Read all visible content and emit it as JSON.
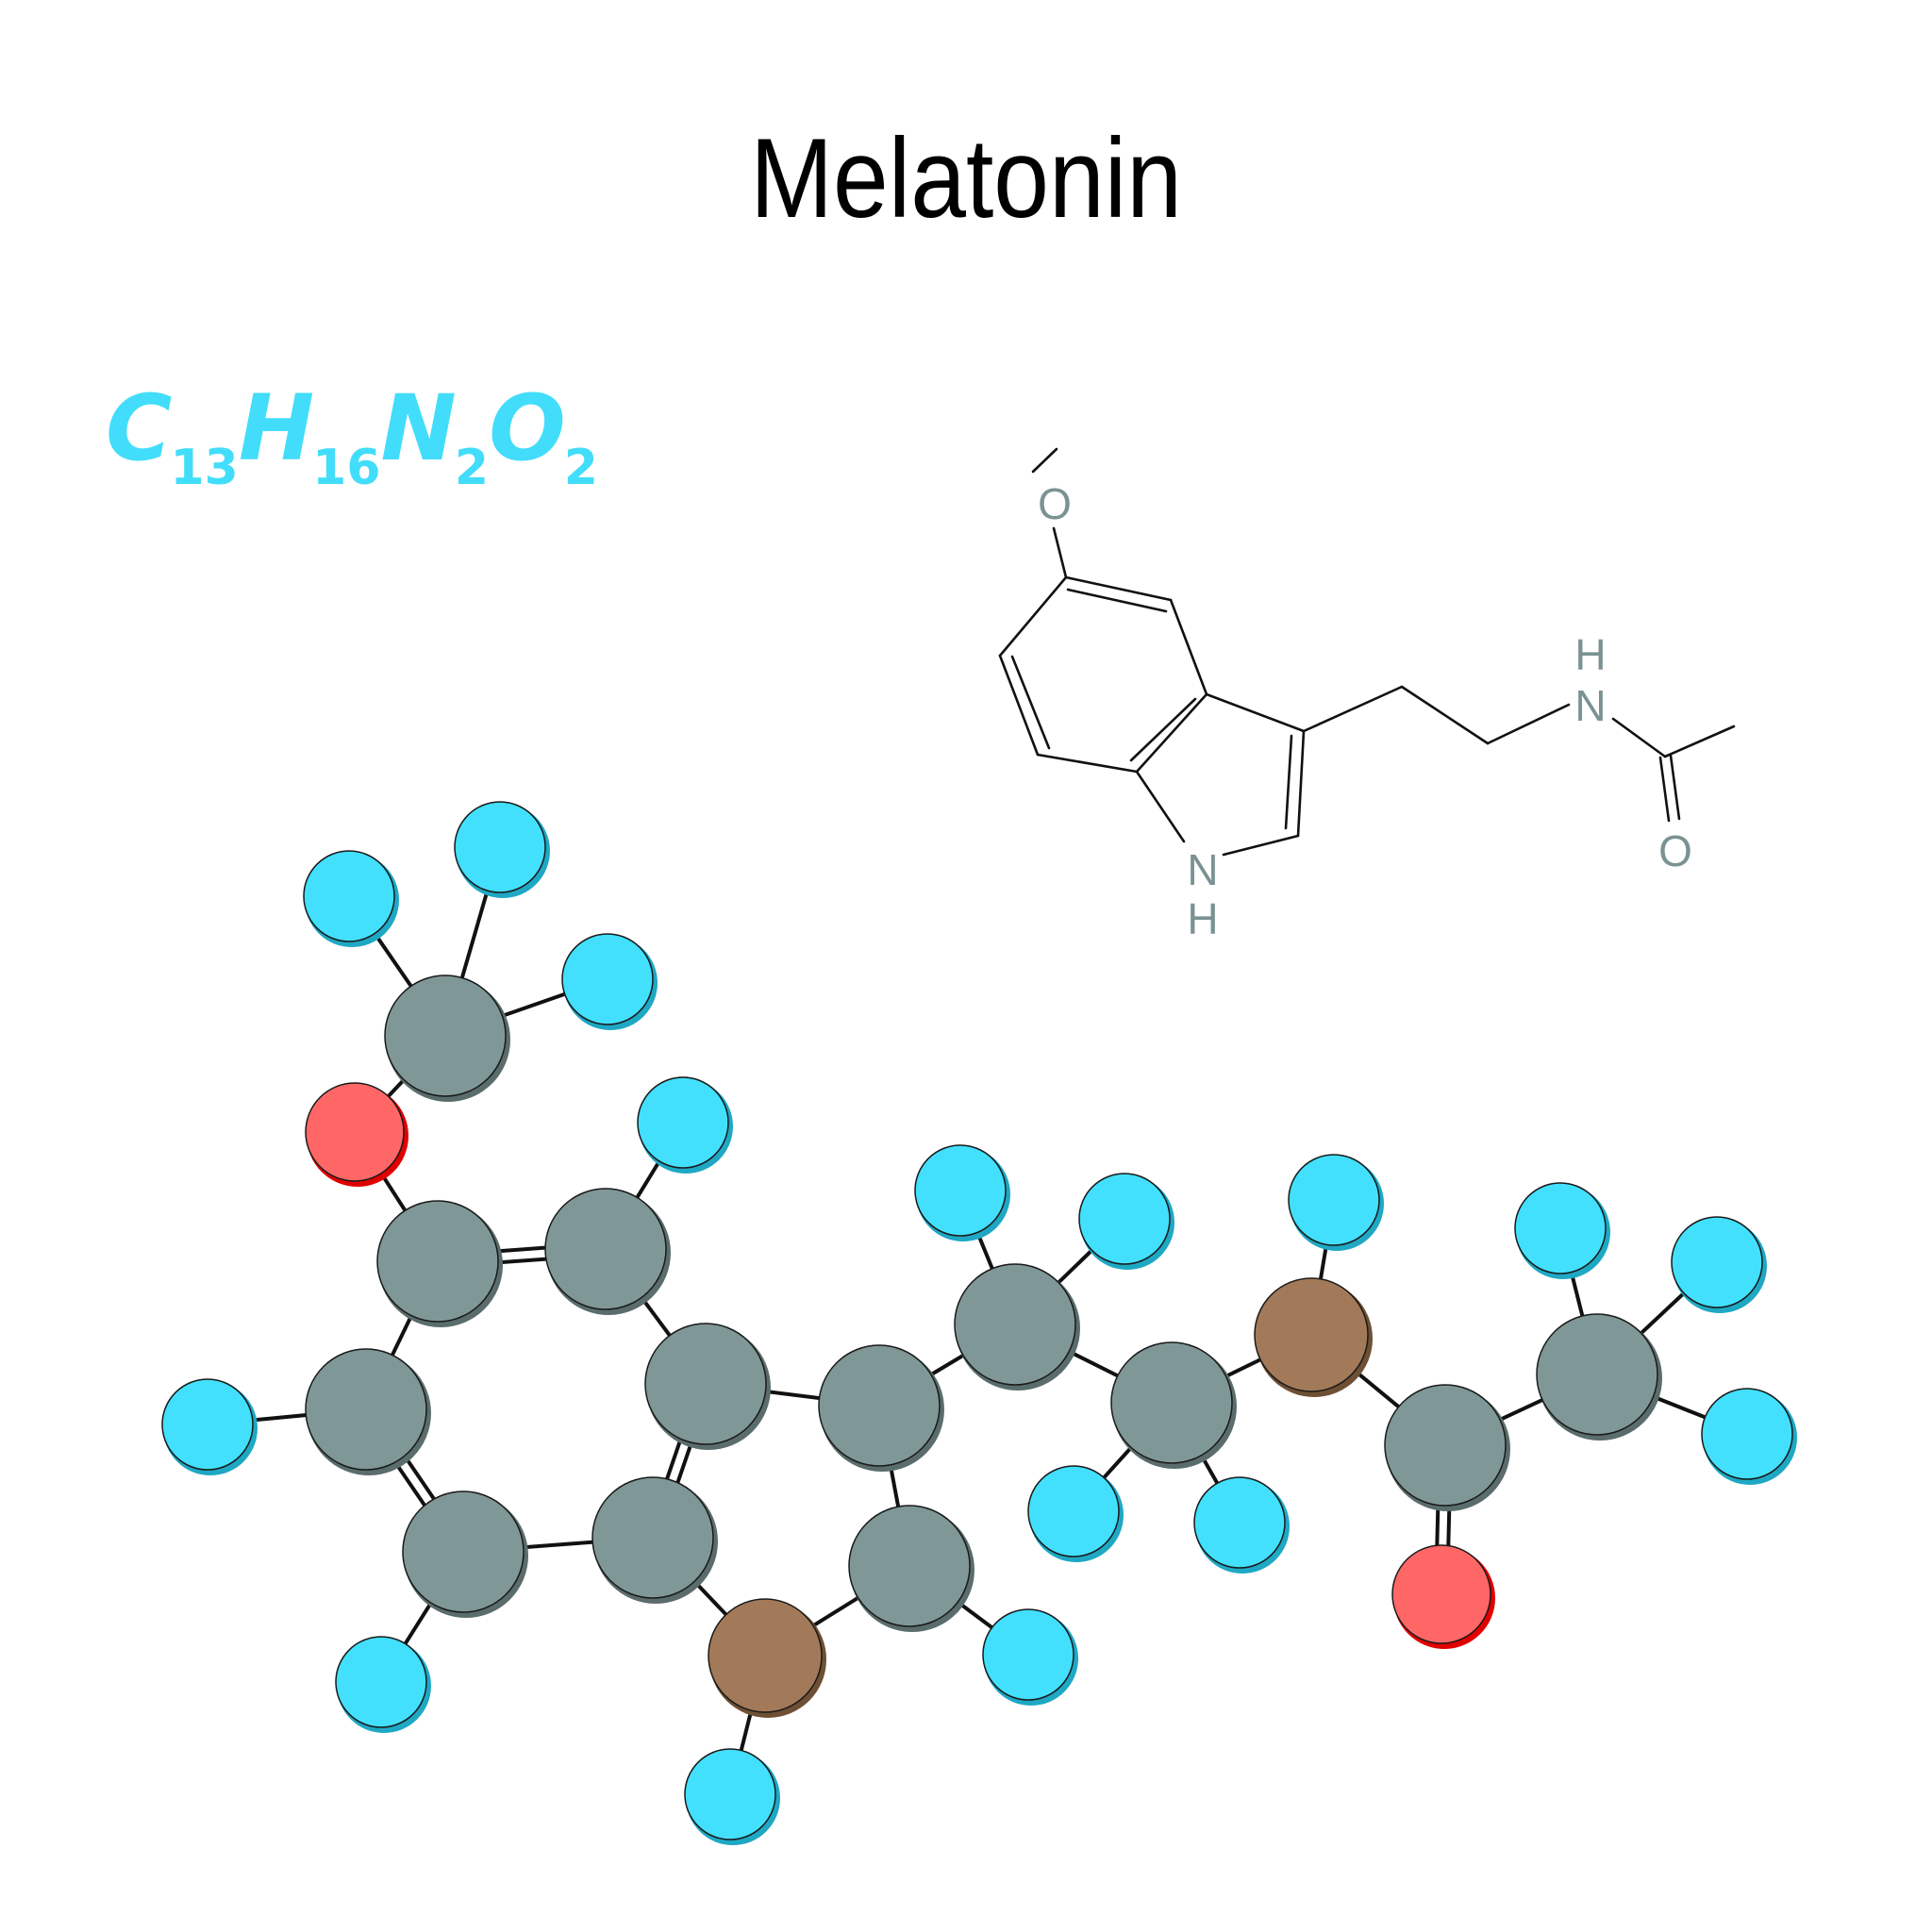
{
  "title": "Melatonin",
  "formula": [
    {
      "el": "C",
      "n": "13"
    },
    {
      "el": "H",
      "n": "16"
    },
    {
      "el": "N",
      "n": "2"
    },
    {
      "el": "O",
      "n": "2"
    }
  ],
  "colors": {
    "carbon": "#7f9897",
    "hydrogen": "#42e0fc",
    "oxygen": "#ff6767",
    "nitrogen": "#a37a59",
    "bond": "#111111",
    "label": "#7a9292",
    "formula": "#42ddfa"
  },
  "structural_labels": {
    "methoxy_o": "O",
    "amide_n": "N",
    "amide_h": "H",
    "carbonyl_o": "O",
    "ring_n": "N",
    "ring_h": "H"
  }
}
